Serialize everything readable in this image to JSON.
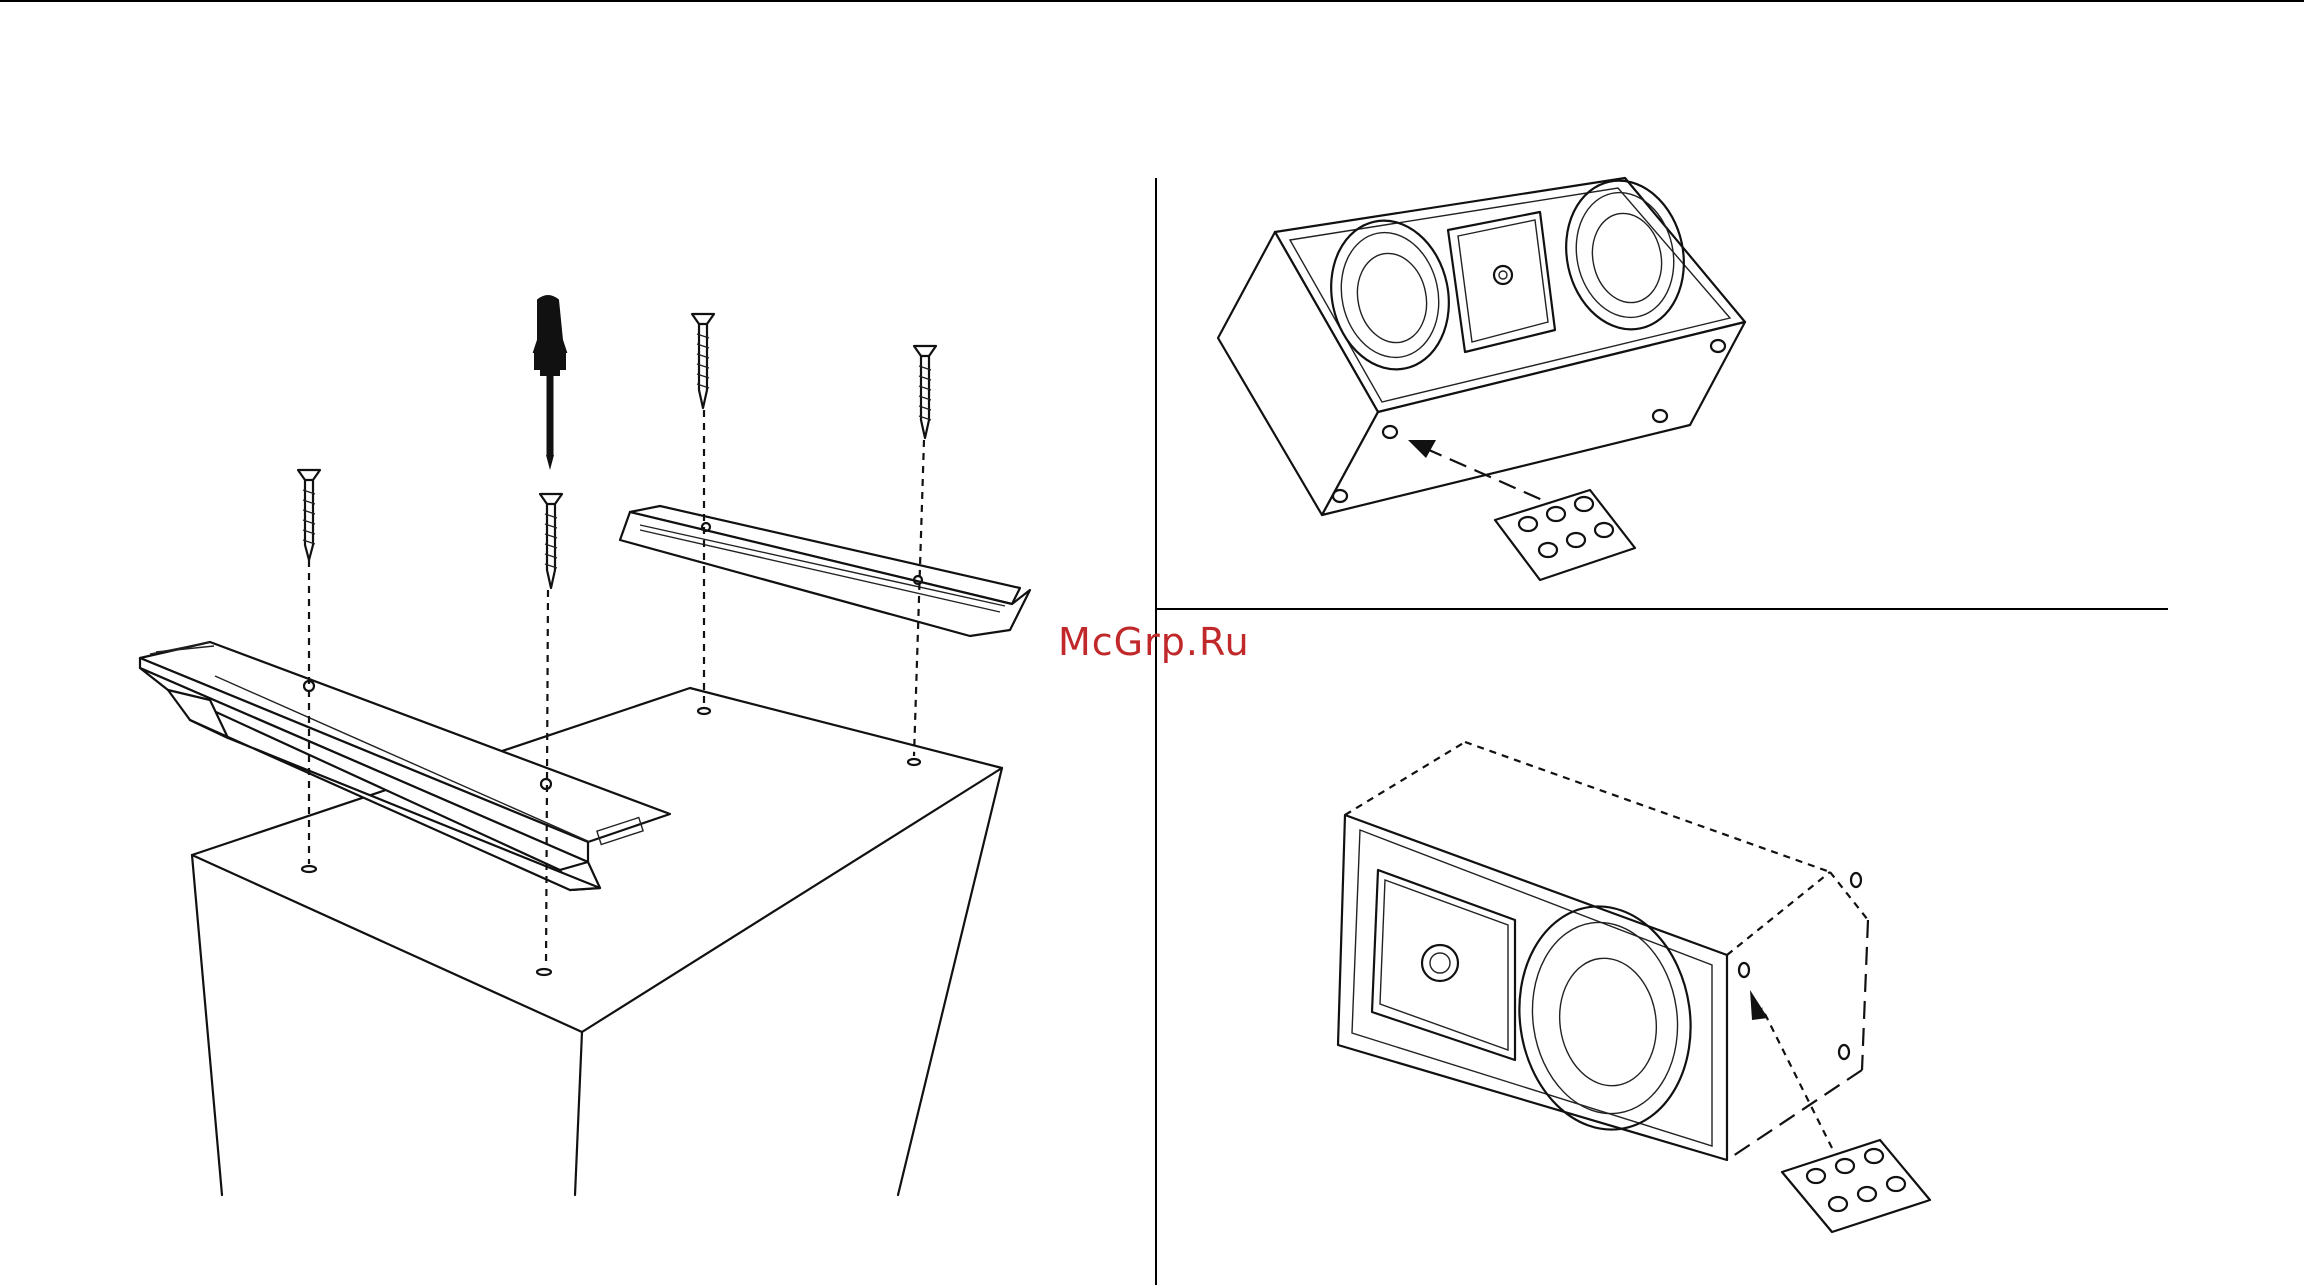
{
  "watermark": {
    "text": "McGrp.Ru",
    "color": "#c0282a"
  },
  "illustrations": {
    "left": "stand-base-assembly",
    "top_right": "center-speaker-feet",
    "bottom_right": "side-speaker-feet"
  },
  "icons": [
    "screwdriver-icon",
    "screw-icon",
    "rubber-foot-icon",
    "arrow-icon"
  ]
}
